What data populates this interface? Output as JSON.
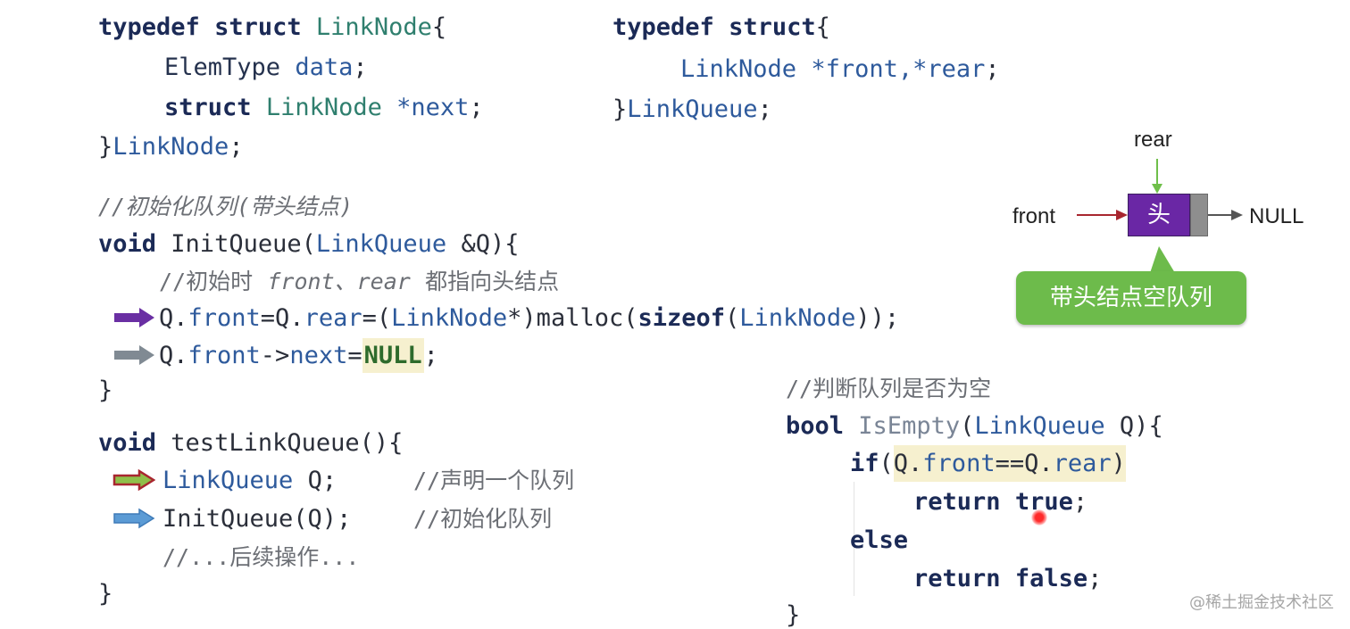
{
  "colors": {
    "keyword": "#1b2a56",
    "type_name": "#2f7f6e",
    "identifier": "#2e5a9c",
    "comment": "#6c6f75",
    "highlight": "#f6f0cf",
    "arrow_purple": "#6a2fa3",
    "arrow_gray": "#808a93",
    "arrow_red_green": "#a8262f",
    "arrow_blue": "#5b9bd5",
    "node_fill": "#6a27a5",
    "callout_green": "#6dbb4b"
  },
  "code": {
    "linknode_struct": {
      "l1_typedef": "typedef",
      "l1_struct": "struct",
      "l1_name": "LinkNode",
      "l1_brace": "{",
      "l2_type": "ElemType",
      "l2_field": "data",
      "l2_semi": ";",
      "l3_struct": "struct",
      "l3_type": "LinkNode",
      "l3_field": "*next",
      "l3_semi": ";",
      "l4_close": "}",
      "l4_name": "LinkNode",
      "l4_semi": ";"
    },
    "linkqueue_struct": {
      "l1_typedef": "typedef",
      "l1_struct": "struct",
      "l1_brace": "{",
      "l2_type": "LinkNode",
      "l2_fields": "*front,*rear",
      "l2_semi": ";",
      "l3_close": "}",
      "l3_name": "LinkQueue",
      "l3_semi": ";"
    },
    "init_queue": {
      "comment": "//初始化队列(带头结点)",
      "sig_void": "void",
      "sig_name": "InitQueue",
      "sig_paren": "(",
      "sig_param_type": "LinkQueue",
      "sig_param": "&Q",
      "sig_end": "){",
      "inner_comment_a": "//初始时",
      "inner_comment_b": "front、rear",
      "inner_comment_c": "都指向头结点",
      "s1_a": "Q.",
      "s1_b": "front",
      "s1_c": "=Q.",
      "s1_d": "rear",
      "s1_e": "=(",
      "s1_f": "LinkNode",
      "s1_g": "*)malloc(",
      "s1_h": "sizeof",
      "s1_i": "(",
      "s1_j": "LinkNode",
      "s1_k": "));",
      "s2_a": "Q.",
      "s2_b": "front",
      "s2_c": "->",
      "s2_d": "next",
      "s2_e": "=",
      "s2_f": "NULL",
      "s2_g": ";",
      "close": "}"
    },
    "test_link_queue": {
      "sig_void": "void",
      "sig_name": "testLinkQueue(){",
      "s1_type": "LinkQueue",
      "s1_rest": "Q;",
      "s1_comment": "//声明一个队列",
      "s2_code": "InitQueue(Q);",
      "s2_comment": "//初始化队列",
      "s3_comment": "//...后续操作...",
      "close": "}"
    },
    "is_empty": {
      "comment": "//判断队列是否为空",
      "sig_bool": "bool",
      "sig_name": "IsEmpty",
      "sig_paren": "(",
      "sig_param_type": "LinkQueue",
      "sig_end": " Q){",
      "if_kw": "if",
      "if_open": "(",
      "if_cond_a": "Q.",
      "if_cond_b": "front",
      "if_cond_c": "==Q.",
      "if_cond_d": "rear",
      "if_close": ")",
      "return_kw": "return",
      "true_val": "true",
      "semi": ";",
      "else_kw": "else",
      "return_kw2": "return",
      "false_val": "false",
      "semi2": ";",
      "close": "}"
    }
  },
  "diagram": {
    "rear_label": "rear",
    "front_label": "front",
    "node_label": "头",
    "null_label": "NULL",
    "callout_text": "带头结点空队列"
  },
  "watermark": "@稀土掘金技术社区"
}
